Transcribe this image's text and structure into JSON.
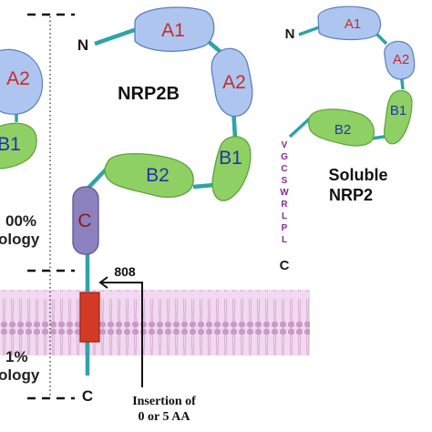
{
  "colors": {
    "a_domain_fill": "#aec6ef",
    "a_domain_stroke": "#5a7fbf",
    "a_domain_text": "#c62b2b",
    "b_domain_fill": "#8fd064",
    "b_domain_stroke": "#5aa33a",
    "b_domain_text": "#2233aa",
    "c_domain_fill": "#8c82bd",
    "c_domain_text": "#8a1b1b",
    "linker": "#2fa3a8",
    "tm_fill": "#d33a25",
    "membrane_band": "#f2d8f0",
    "sequence_text": "#8b2a8f"
  },
  "left_partial": {
    "a2_label": "A2",
    "b1_label": "B1",
    "percent_top": "00%",
    "homology_top": "ology",
    "percent_bottom": "1%",
    "homology_bottom": "ology"
  },
  "nrp2b": {
    "title": "NRP2B",
    "n_terminus": "N",
    "c_terminus": "C",
    "domains": [
      "A1",
      "A2",
      "B1",
      "B2",
      "C"
    ],
    "residue_marker": "808",
    "insertion_line1": "Insertion of",
    "insertion_line2": "0 or 5 AA"
  },
  "soluble": {
    "title_line1": "Soluble",
    "title_line2": "NRP2",
    "n_terminus": "N",
    "c_terminus": "C",
    "domains": [
      "A1",
      "A2",
      "B1",
      "B2"
    ],
    "tail_sequence": [
      "V",
      "G",
      "C",
      "S",
      "W",
      "R",
      "L",
      "P",
      "L"
    ]
  }
}
